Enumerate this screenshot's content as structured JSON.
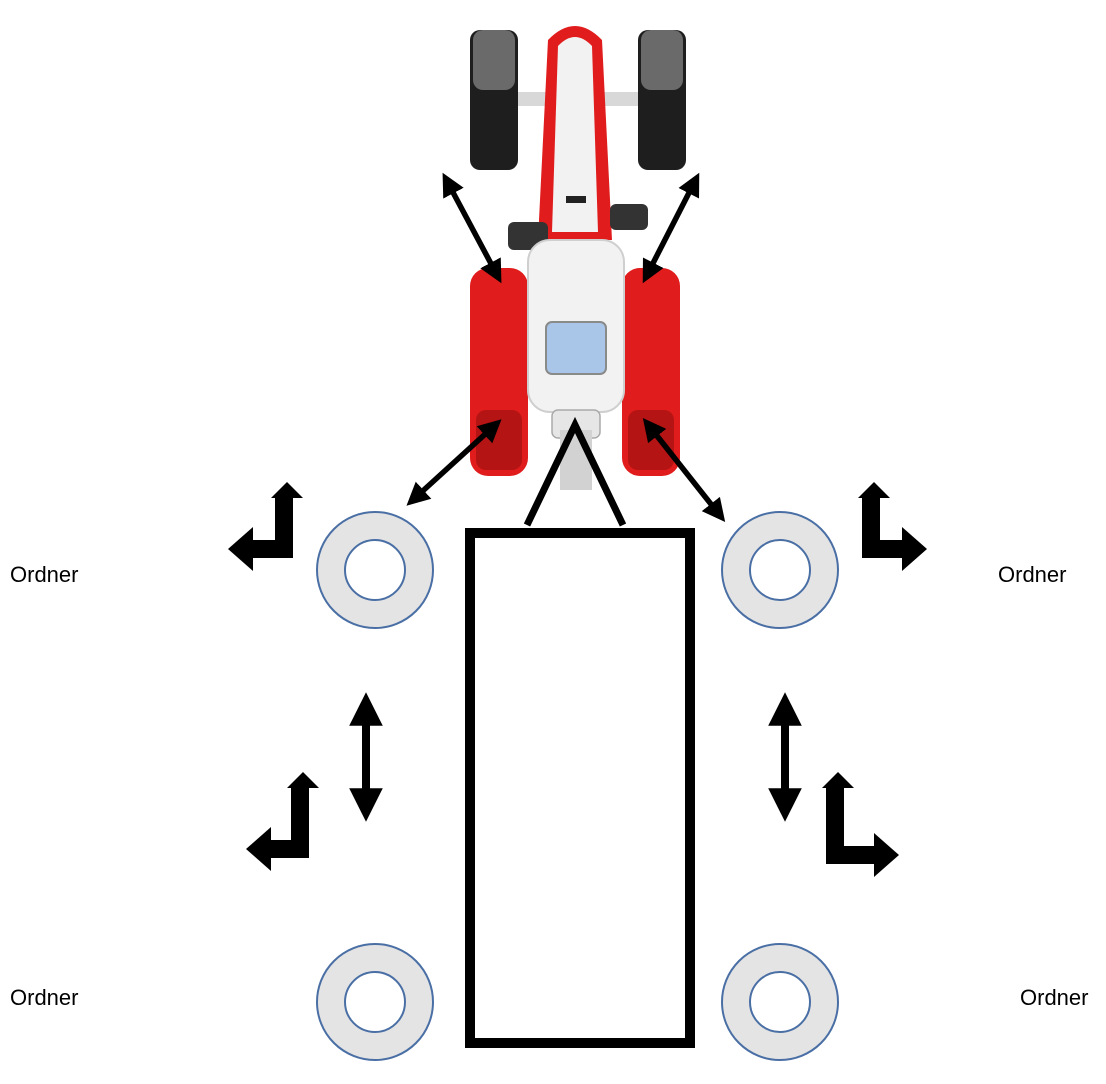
{
  "labels": {
    "left_front": "Ordner",
    "right_front": "Ordner",
    "left_rear": "Ordner",
    "right_rear": "Ordner"
  },
  "colors": {
    "tractor_red": "#e01c1c",
    "tractor_dark_red": "#b51414",
    "tractor_white": "#f2f2f2",
    "tire_dark": "#1e1e1e",
    "cabin_glass": "#a9c6e8",
    "marker_fill": "#e4e4e4",
    "marker_stroke": "#4a6fa5",
    "arrow": "#000000"
  },
  "icons": {
    "tractor": "tractor-icon",
    "trailer": "trailer-outline",
    "marker": "ring-marker",
    "double_arrow": "double-arrow-icon",
    "turn_arrow": "turn-arrow-icon"
  }
}
